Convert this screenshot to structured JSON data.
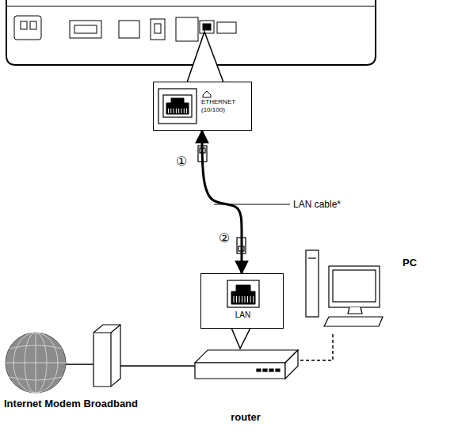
{
  "diagram": {
    "nodes": [
      {
        "text": [
          "ETHERNET (10/100)"
        ]
      },
      {
        "text": [
          "LAN"
        ]
      },
      {
        "text": [
          "PC"
        ]
      },
      {
        "text": [
          "router"
        ]
      }
    ],
    "edges": [
      {
        "from": 0,
        "to": 1,
        "arrow": "both"
      },
      {
        "from": 3,
        "to": 2,
        "arrow": "none"
      }
    ],
    "labels": [
      "①",
      "②",
      "LAN cable*",
      "Internet Modem Broadband"
    ]
  }
}
